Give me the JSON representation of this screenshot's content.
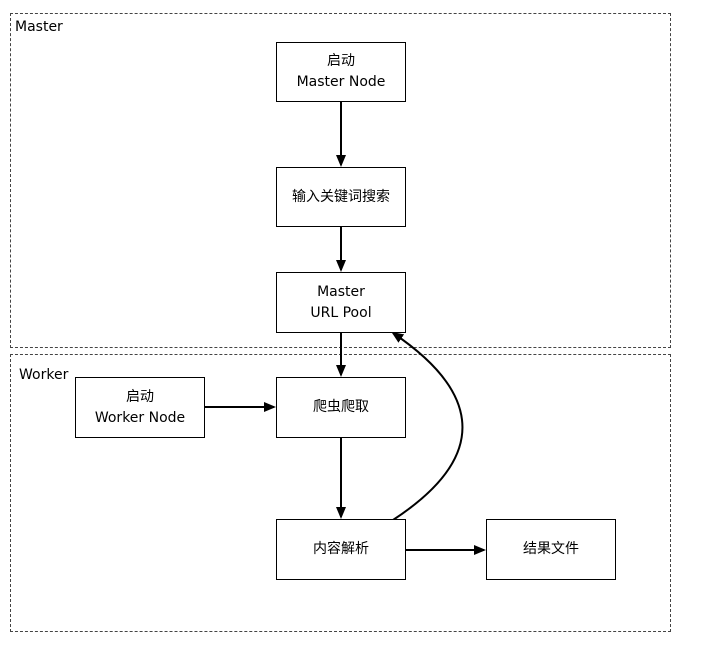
{
  "regions": {
    "master": {
      "label": "Master"
    },
    "worker": {
      "label": "Worker"
    }
  },
  "nodes": {
    "start_master": {
      "line1": "启动",
      "line2": "Master Node"
    },
    "keyword_search": {
      "line1": "输入关键词搜索"
    },
    "url_pool": {
      "line1": "Master",
      "line2": "URL Pool"
    },
    "start_worker": {
      "line1": "启动",
      "line2": "Worker Node"
    },
    "crawl": {
      "line1": "爬虫爬取"
    },
    "parse": {
      "line1": "内容解析"
    },
    "result_file": {
      "line1": "结果文件"
    }
  },
  "colors": {
    "stroke": "#000000",
    "region_border": "#444444"
  }
}
